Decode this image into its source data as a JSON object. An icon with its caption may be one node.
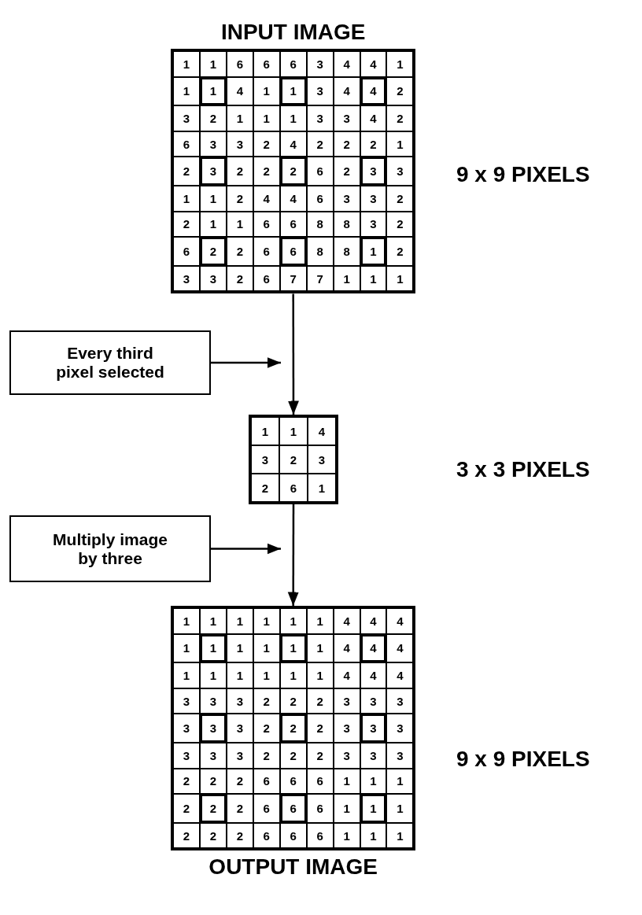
{
  "diagram": {
    "nodes": [
      {
        "text": [
          "INPUT IMAGE"
        ]
      },
      {
        "text": [
          "Every third pixel selected"
        ]
      },
      {
        "text": [],
        "shape": "box"
      },
      {
        "text": [
          "Multiply image by three"
        ]
      },
      {
        "text": [
          "OUTPUT IMAGE"
        ]
      }
    ],
    "edges": [
      {
        "from": 0,
        "to": 2,
        "arrow": "to"
      },
      {
        "from": 2,
        "to": 4,
        "arrow": "to"
      },
      {
        "from": 1,
        "to": null,
        "arrow": "to"
      },
      {
        "from": 3,
        "to": null,
        "arrow": "to"
      }
    ],
    "labels": [
      "1",
      "1",
      "6",
      "6",
      "6",
      "3",
      "4",
      "4",
      "1",
      "1",
      "1",
      "4",
      "1",
      "1",
      "3",
      "4",
      "4",
      "2",
      "3",
      "2",
      "1",
      "1",
      "1",
      "3",
      "3",
      "4",
      "2",
      "6",
      "3",
      "3",
      "2",
      "4",
      "2",
      "2",
      "2",
      "1",
      "2",
      "3",
      "2",
      "2",
      "2",
      "6",
      "2",
      "3",
      "3",
      "1",
      "1",
      "2",
      "4",
      "4",
      "6",
      "3",
      "3",
      "2",
      "2",
      "1",
      "1",
      "6",
      "6",
      "8",
      "8",
      "3",
      "2",
      "6",
      "2",
      "2",
      "6",
      "6",
      "8",
      "8",
      "1",
      "2",
      "3",
      "3",
      "2",
      "6",
      "7",
      "7",
      "1",
      "1",
      "1",
      "9 x 9 PIXELS",
      "1",
      "1",
      "4",
      "3",
      "2",
      "3",
      "2",
      "6",
      "1",
      "3 x 3 PIXELS",
      "1",
      "1",
      "1",
      "1",
      "1",
      "1",
      "4",
      "4",
      "4",
      "1",
      "1",
      "1",
      "1",
      "1",
      "1",
      "4",
      "4",
      "4",
      "1",
      "1",
      "1",
      "1",
      "1",
      "1",
      "4",
      "4",
      "4",
      "3",
      "3",
      "3",
      "2",
      "2",
      "2",
      "3",
      "3",
      "3",
      "3",
      "3",
      "3",
      "2",
      "2",
      "2",
      "3",
      "3",
      "3",
      "3",
      "3",
      "3",
      "2",
      "2",
      "2",
      "3",
      "3",
      "3",
      "2",
      "2",
      "2",
      "6",
      "6",
      "6",
      "1",
      "1",
      "1",
      "2",
      "2",
      "2",
      "6",
      "6",
      "6",
      "1",
      "1",
      "1",
      "2",
      "2",
      "2",
      "6",
      "6",
      "6",
      "1",
      "1",
      "1",
      "9 x 9 PIXELS"
    ]
  }
}
